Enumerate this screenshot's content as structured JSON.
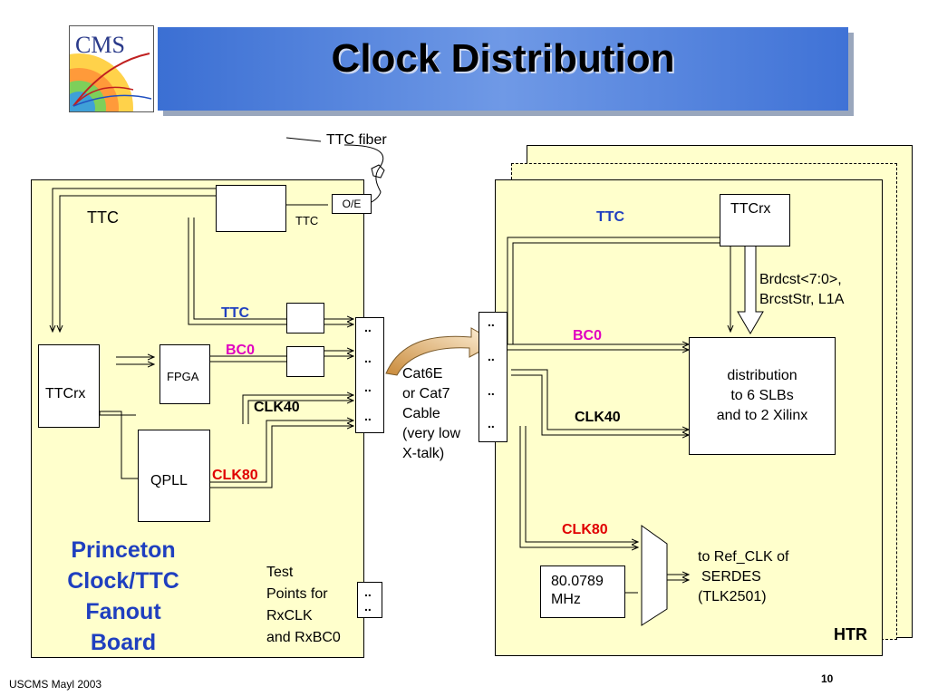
{
  "slide": {
    "title": "Clock Distribution",
    "footer": "USCMS Mayl 2003",
    "page_number": "10"
  },
  "logo": {
    "text": "CMS"
  },
  "fiber": {
    "label": "TTC fiber"
  },
  "left_board": {
    "ttc_label": "TTC",
    "oe_label": "O/E",
    "ttc_small": "TTC",
    "ttc_blue": "TTC",
    "bc0": "BC0",
    "fpga": "FPGA",
    "ttcrx": "TTCrx",
    "clk40": "CLK40",
    "clk80": "CLK80",
    "qpll": "QPLL",
    "name_lines": [
      "Princeton",
      "Clock/TTC",
      "Fanout",
      "Board"
    ],
    "test_points": [
      "Test",
      "Points for",
      "RxCLK",
      "and RxBC0"
    ]
  },
  "cable": {
    "lines": [
      "Cat6E",
      "or Cat7",
      "Cable",
      "(very low",
      "X-talk)"
    ]
  },
  "right_board": {
    "ttc": "TTC",
    "ttcrx": "TTCrx",
    "brdcst_lines": [
      "Brdcst<7:0>,",
      "BrcstStr, L1A"
    ],
    "bc0": "BC0",
    "distribution_lines": [
      "distribution",
      "to 6 SLBs",
      "and to 2 Xilinx"
    ],
    "clk40": "CLK40",
    "clk80": "CLK80",
    "osc_lines": [
      "80.0789",
      "MHz"
    ],
    "serdes_lines": [
      "to Ref_CLK of",
      "SERDES",
      "(TLK2501)"
    ],
    "htr": "HTR"
  },
  "connector_dots": ".."
}
